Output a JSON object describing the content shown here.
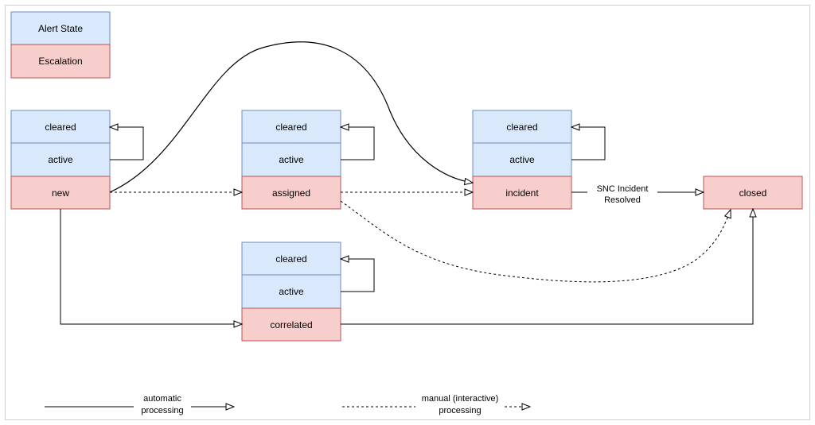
{
  "colors": {
    "state_fill": "#dae8fc",
    "state_stroke": "#6c8ebf",
    "escalation_fill": "#f8cecc",
    "escalation_stroke": "#b85450",
    "line": "#000000"
  },
  "legend": {
    "alert_state": "Alert State",
    "escalation": "Escalation"
  },
  "groups": {
    "new_group": {
      "cleared": "cleared",
      "active": "active",
      "escalation": "new"
    },
    "assigned_group": {
      "cleared": "cleared",
      "active": "active",
      "escalation": "assigned"
    },
    "incident_group": {
      "cleared": "cleared",
      "active": "active",
      "escalation": "incident"
    },
    "correlated_group": {
      "cleared": "cleared",
      "active": "active",
      "escalation": "correlated"
    }
  },
  "closed": "closed",
  "edge_labels": {
    "snc_line1": "SNC Incident",
    "snc_line2": "Resolved"
  },
  "footer_legend": {
    "automatic_line1": "automatic",
    "automatic_line2": "processing",
    "manual_line1": "manual (interactive)",
    "manual_line2": "processing"
  }
}
